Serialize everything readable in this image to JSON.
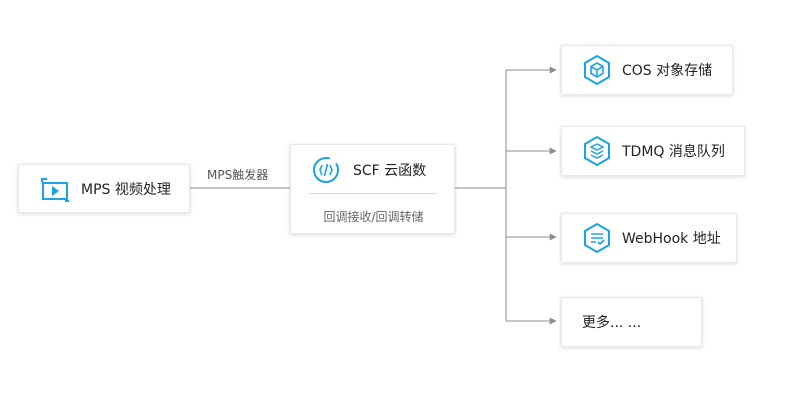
{
  "colors": {
    "accent": "#1aa3e6",
    "line": "#8c8c8c"
  },
  "source": {
    "label": "MPS 视频处理",
    "icon": "video-play-icon"
  },
  "trigger": {
    "label": "MPS触发器"
  },
  "scf": {
    "label": "SCF 云函数",
    "icon": "function-icon",
    "sub_label": "回调接收/回调转储"
  },
  "targets": [
    {
      "label": "COS 对象存储",
      "icon": "cube-hexagon-icon"
    },
    {
      "label": "TDMQ 消息队列",
      "icon": "layers-hexagon-icon"
    },
    {
      "label": "WebHook 地址",
      "icon": "list-hexagon-icon"
    },
    {
      "label": "更多... ..."
    }
  ]
}
